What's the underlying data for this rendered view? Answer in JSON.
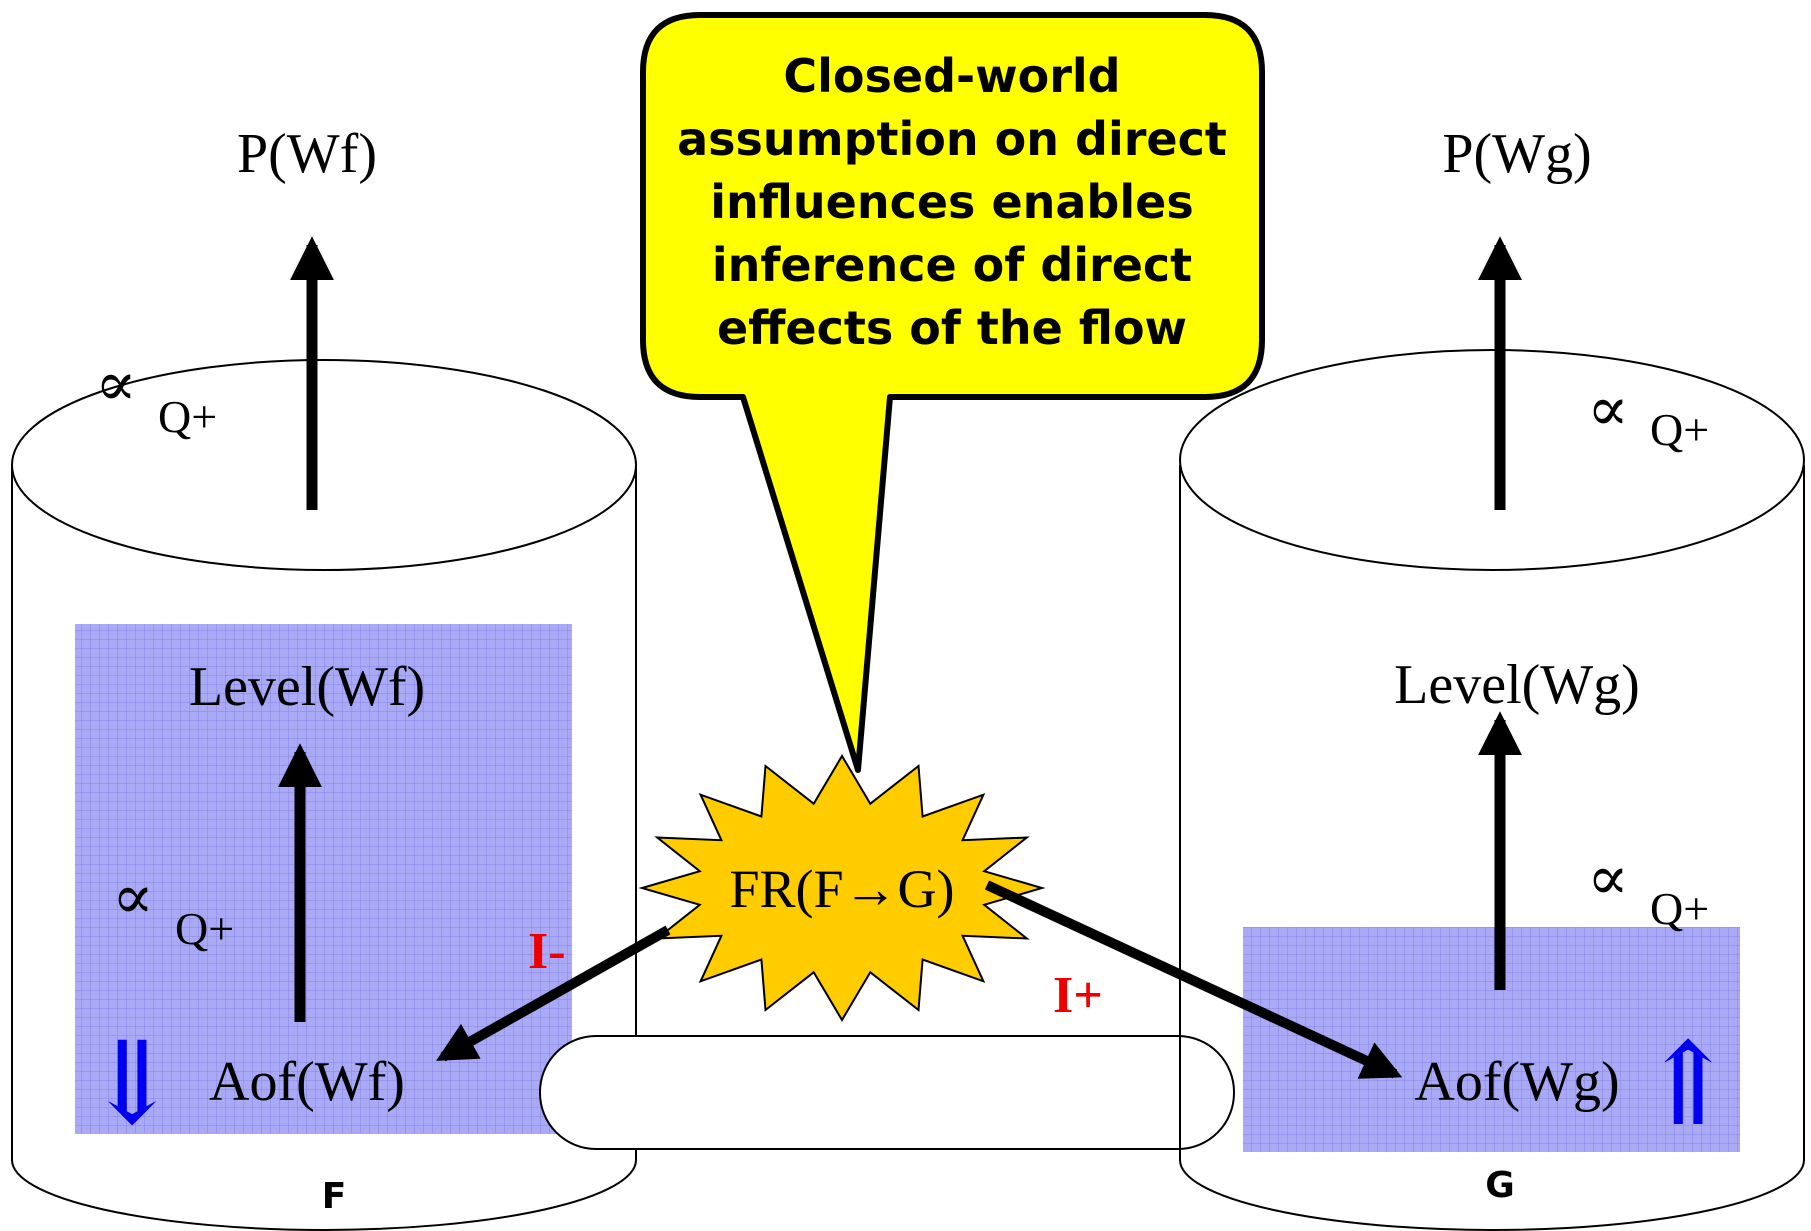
{
  "callout": {
    "lines": [
      "Closed-world",
      "assumption on direct",
      "influences enables",
      "inference of direct",
      "effects of the flow"
    ]
  },
  "tank_f": {
    "label": "F",
    "p_label": "P(Wf)",
    "level_label": "Level(Wf)",
    "aof_label": "Aof(Wf)",
    "trend_arrow": "⇓",
    "prop_top": {
      "sym": "∝",
      "sub": "Q+"
    },
    "prop_inner": {
      "sym": "∝",
      "sub": "Q+"
    }
  },
  "tank_g": {
    "label": "G",
    "p_label": "P(Wg)",
    "level_label": "Level(Wg)",
    "aof_label": "Aof(Wg)",
    "trend_arrow": "⇑",
    "prop_top": {
      "sym": "∝",
      "sub": "Q+"
    },
    "prop_inner": {
      "sym": "∝",
      "sub": "Q+"
    }
  },
  "flow": {
    "label": "FR(F→G)",
    "influence_minus": "I-",
    "influence_plus": "I+"
  },
  "colors": {
    "callout_fill": "#ffff00",
    "burst_fill": "#ffcc00",
    "grid_fill": "#a9a9f5",
    "grid_line": "#8585e6",
    "influence_text": "#ee0000",
    "trend_arrow": "#0000ee",
    "arrow": "#000000"
  }
}
